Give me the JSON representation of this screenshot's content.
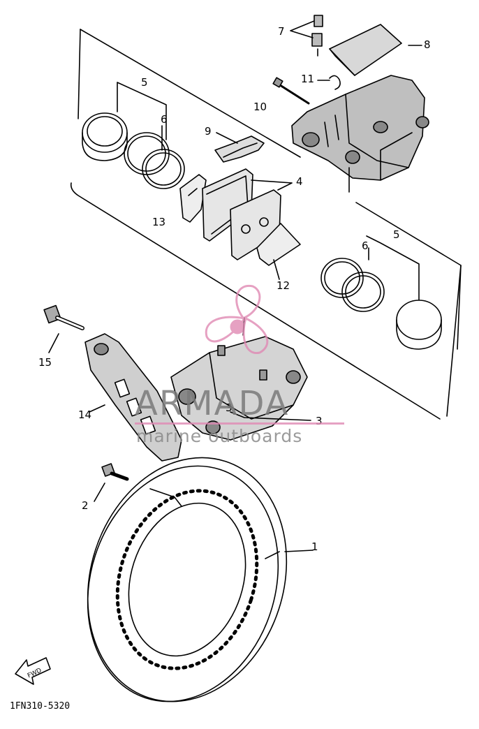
{
  "diagram": {
    "part_number": "1FN310-5320",
    "fwd_label": "FWD",
    "callouts": {
      "c1": "1",
      "c2": "2",
      "c3a": "3",
      "c3b": "3",
      "c4": "4",
      "c5a": "5",
      "c5b": "5",
      "c6a": "6",
      "c6b": "6",
      "c7": "7",
      "c8": "8",
      "c9": "9",
      "c10": "10",
      "c11": "11",
      "c12": "12",
      "c13": "13",
      "c14": "14",
      "c15": "15"
    }
  },
  "watermark": {
    "name": "ARMADA",
    "tagline": "marine outboards",
    "accent_color": "#e08ab4",
    "text_color": "#7a7a7a"
  }
}
